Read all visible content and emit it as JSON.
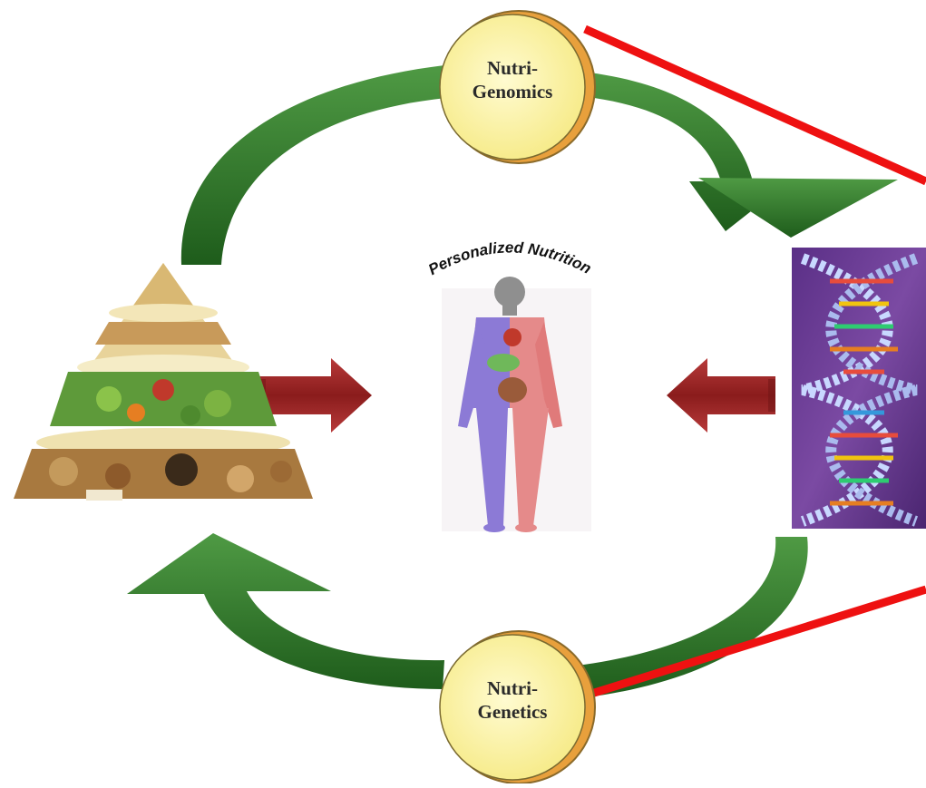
{
  "diagram": {
    "center_title": "Personalized Nutrition",
    "top_circle": {
      "line1": "Nutri-",
      "line2": "Genomics"
    },
    "bottom_circle": {
      "line1": "Nutri-",
      "line2": "Genetics"
    }
  },
  "colors": {
    "cycle_arrow": "#2e7d2a",
    "cycle_arrow_dark": "#1f5a1c",
    "inward_arrow": "#9b2222",
    "circle_fill": "#fbf3a0",
    "circle_rim": "#e8a03c",
    "pointer_line": "#ee1111",
    "dna_bg": "#6b3a8e"
  },
  "icons": [
    "food-pyramid-icon",
    "human-body-icon",
    "dna-helix-icon"
  ]
}
